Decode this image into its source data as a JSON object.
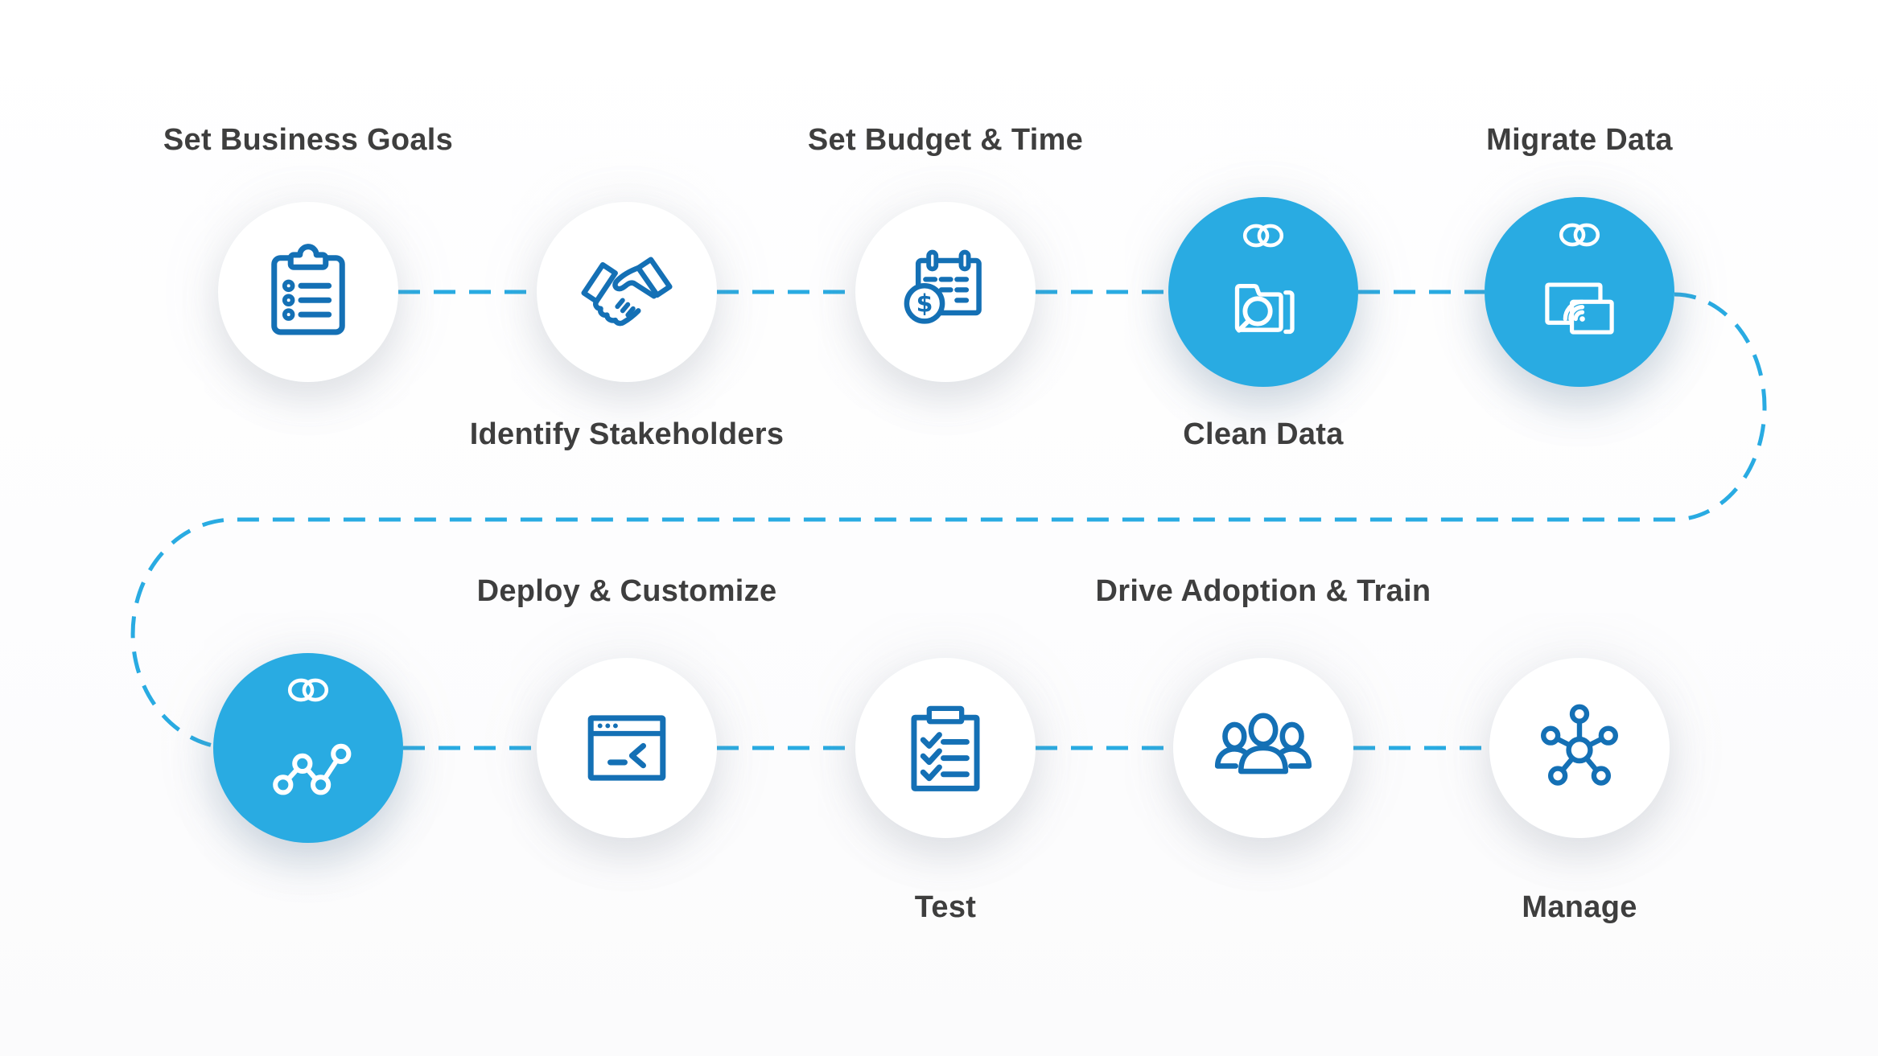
{
  "diagram": {
    "type": "process-flow",
    "description": "CRM implementation snake-path flow with 10 icon steps connected by dashed blue line",
    "colors": {
      "accent_blue": "#29ABE2",
      "icon_stroke_blue": "#1470B5",
      "label_text": "#3E3E3E",
      "node_background": "#FFFFFF"
    },
    "steps": [
      {
        "label": "Set Business Goals",
        "label_position": "above",
        "icon": "clipboard-list-icon",
        "highlighted": false,
        "row": 1
      },
      {
        "label": "Identify Stakeholders",
        "label_position": "below",
        "icon": "handshake-icon",
        "highlighted": false,
        "row": 1
      },
      {
        "label": "Set Budget & Time",
        "label_position": "above",
        "icon": "calendar-dollar-icon",
        "highlighted": false,
        "row": 1
      },
      {
        "label": "Clean Data",
        "label_position": "below",
        "icon": "folder-search-icon",
        "highlighted": true,
        "row": 1
      },
      {
        "label": "Migrate Data",
        "label_position": "above",
        "icon": "screen-cast-icon",
        "highlighted": true,
        "row": 1
      },
      {
        "label": "",
        "label_position": "none",
        "icon": "line-chart-icon",
        "highlighted": true,
        "row": 2
      },
      {
        "label": "Deploy & Customize",
        "label_position": "above",
        "icon": "terminal-window-icon",
        "highlighted": false,
        "row": 2
      },
      {
        "label": "Test",
        "label_position": "below",
        "icon": "checklist-icon",
        "highlighted": false,
        "row": 2
      },
      {
        "label": "Drive Adoption & Train",
        "label_position": "above",
        "icon": "team-icon",
        "highlighted": false,
        "row": 2
      },
      {
        "label": "Manage",
        "label_position": "below",
        "icon": "network-hub-icon",
        "highlighted": false,
        "row": 2
      }
    ]
  }
}
